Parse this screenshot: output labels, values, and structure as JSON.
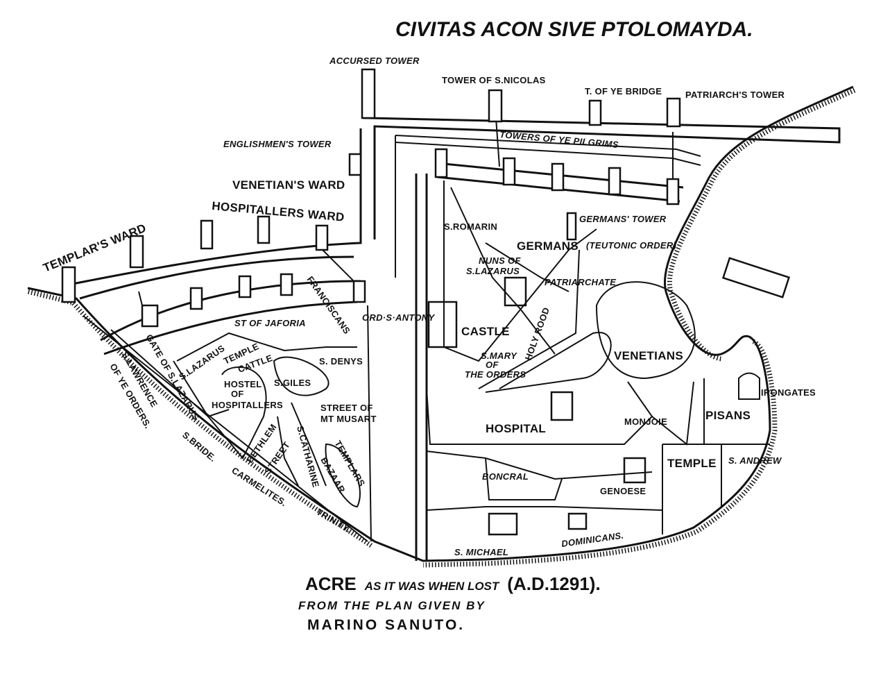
{
  "title": "CIVITAS ACON SIVE PTOLOMAYDA.",
  "caption": {
    "line1_main": "ACRE",
    "line1_small": "AS IT WAS WHEN LOST",
    "line1_date": "(A.D.1291).",
    "line2": "FROM THE PLAN GIVEN BY",
    "line3": "MARINO SANUTO."
  },
  "labels": {
    "accursed_tower": "ACCURSED TOWER",
    "tower_s_nicolas": "TOWER OF S.NICOLAS",
    "t_bridge": "T. OF YE BRIDGE",
    "patriarchs_tower": "PATRIARCH'S TOWER",
    "towers_pilgrims": "TOWERS OF YE PILGRIMS",
    "englishmens_tower": "ENGLISHMEN'S TOWER",
    "venetians_ward": "VENETIAN'S WARD",
    "hospitallers_ward": "HOSPITALLERS WARD",
    "templars_ward": "TEMPLAR'S WARD",
    "s_romarin": "S.ROMARIN",
    "germans_tower": "GERMANS' TOWER",
    "germans": "GERMANS",
    "teutonic_order": "(TEUTONIC ORDER)",
    "nuns_1": "NUNS OF",
    "nuns_2": "S.LAZARUS",
    "patriarchate": "PATRIARCHATE",
    "ord_s_antony": "ORD·S·ANTONY",
    "franciscans": "FRANCISCANS",
    "st_jaforia": "ST OF JAFORIA",
    "castle": "CASTLE",
    "holy_rood": "HOLY ROOD",
    "s_mary_1": "S.MARY",
    "s_mary_2": "OF",
    "s_mary_3": "THE ORDERS",
    "venetians": "VENETIANS",
    "s_lazarus": "S.LAZARUS",
    "temple_cattle_1": "TEMPLE",
    "temple_cattle_2": "CATTLE",
    "s_denys": "S. DENYS",
    "gate_s_lazarus": "GATE OF S.LAZARUS",
    "s_lawrence": "S.LAWRENCE",
    "of_ye_orders": "OF YE ORDERS.",
    "hostel_1": "HOSTEL",
    "hostel_2": "OF",
    "hostel_3": "HOSPITALLERS",
    "s_giles": "S.GILES",
    "street_musart_1": "STREET OF",
    "street_musart_2": "MT MUSART",
    "bethlem": "BETHLEM",
    "street": "STREET",
    "s_catharine": "S.CATHARINE",
    "templars_bazaar_1": "TEMPLARS",
    "templars_bazaar_2": "BAZAAR",
    "s_bride": "S.BRIDE.",
    "carmelites": "CARMELITES.",
    "trinity": "TRINITY.",
    "hospital": "HOSPITAL",
    "monjoie": "MONJOIE",
    "irongates": "IRONGATES",
    "pisans": "PISANS",
    "boncral": "BONCRAL",
    "genoese": "GENOESE",
    "temple": "TEMPLE",
    "s_andrew": "S. ANDREW",
    "s_michael": "S. MICHAEL",
    "dominicans": "DOMINICANS."
  }
}
